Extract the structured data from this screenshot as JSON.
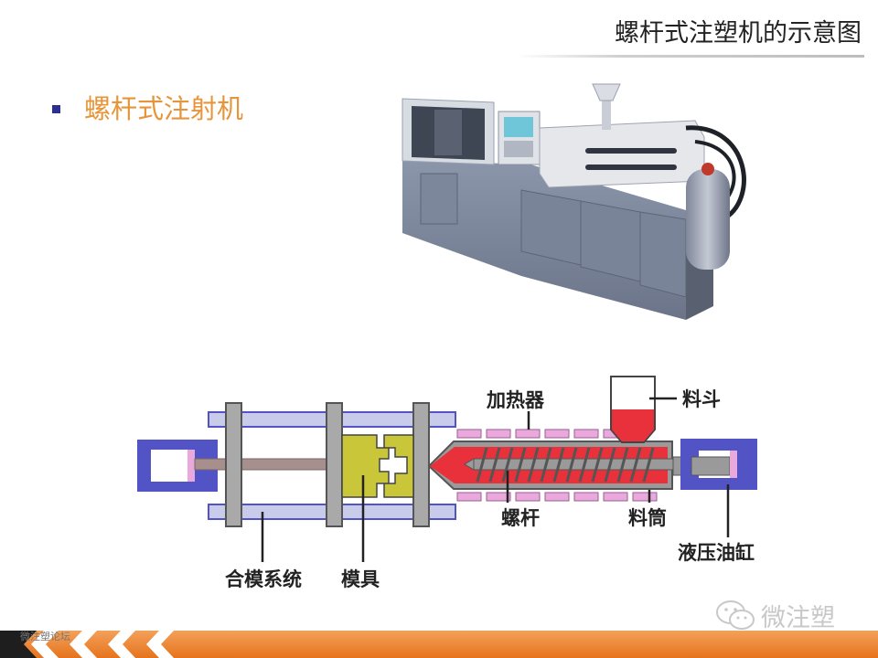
{
  "slide": {
    "title": "螺杆式注塑机的示意图",
    "bullet": "螺杆式注射机"
  },
  "diagram_labels": {
    "heater": "加热器",
    "hopper": "料斗",
    "screw": "螺杆",
    "barrel": "料筒",
    "hydraulic_cylinder": "液压油缸",
    "clamping_system": "合模系统",
    "mold": "模具"
  },
  "footer": {
    "wechat_label": "微注塑",
    "forum_label": "微注塑论坛"
  },
  "colors": {
    "accent_orange": "#e7953a",
    "bullet_blue": "#2b2f8f",
    "frame_blue": "#5253c5",
    "rail_lavender": "#c9cbeb",
    "melt_red": "#e8313a",
    "mold_olive": "#c9c63a",
    "heater_pink": "#e9a9dc"
  }
}
